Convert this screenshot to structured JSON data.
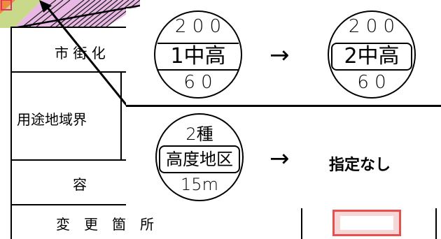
{
  "table": {
    "row1_label": "市 街 化",
    "row2_label": "用途地域界",
    "row3_label": "容",
    "row4_label": "変　更　箇　所"
  },
  "before_seal": {
    "top": "2 0 0",
    "mid": "1中高",
    "bottom": "6 0"
  },
  "after_seal": {
    "top": "2 0 0",
    "mid": "2中高",
    "bottom": "6 0"
  },
  "height_seal": {
    "top": "2種",
    "mid": "高度地区",
    "bottom": "15m"
  },
  "arrow1": "→",
  "arrow2": "→",
  "height_result": "指定なし",
  "colors": {
    "highlight_border": "#e85050",
    "highlight_fill": "#f7d6d6"
  }
}
